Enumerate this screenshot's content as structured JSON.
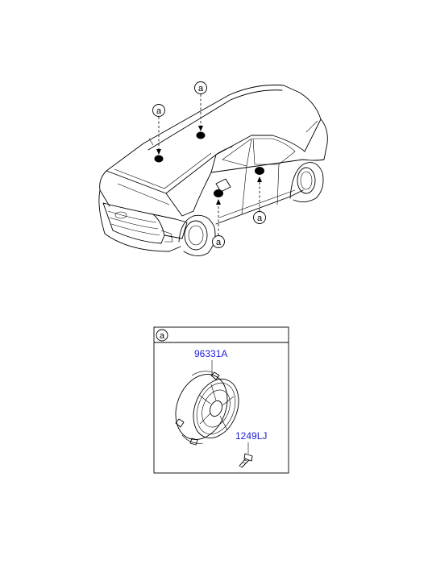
{
  "callout_letter": "a",
  "detail_box": {
    "header_letter": "a",
    "parts": [
      {
        "number": "96331A"
      },
      {
        "number": "1249LJ"
      }
    ]
  },
  "colors": {
    "line": "#000000",
    "part_number": "#1a1adc",
    "speaker_marker": "#000000"
  }
}
